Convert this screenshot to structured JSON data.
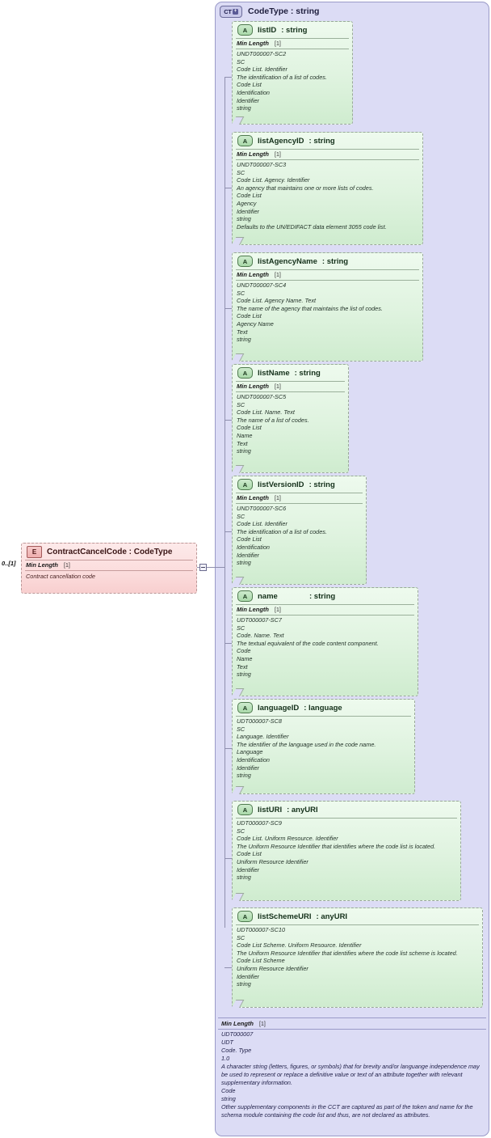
{
  "diagram": {
    "title": "CodeType : string",
    "complex_type_badge": "CT",
    "attribute_badge": "A",
    "element_badge": "E",
    "facet_label": "Min Length",
    "facet_value": "[1]",
    "cardinality": "0..[1]",
    "colors": {
      "container_fill": "#dcdcf5",
      "container_border": "#9a9ac8",
      "attribute_fill": "#dff3df",
      "attribute_border": "#9aa89a",
      "element_fill": "#fbdcdc",
      "element_border": "#bb9898",
      "connector": "#8f8fae"
    }
  },
  "element": {
    "badge": "E",
    "title": "ContractCancelCode : CodeType",
    "facet_label": "Min Length",
    "facet_value": "[1]",
    "documentation": "Contract cancellation code",
    "cardinality": "0..[1]"
  },
  "attributes": [
    {
      "badge": "A",
      "name": "listID",
      "type": ": string",
      "facet_label": "Min Length",
      "facet_value": "[1]",
      "doc": [
        "UNDT000007-SC2",
        "SC",
        "Code List. Identifier",
        "The identification of a list of codes.",
        "Code List",
        "Identification",
        "Identifier",
        "string"
      ]
    },
    {
      "badge": "A",
      "name": "listAgencyID",
      "type": ": string",
      "facet_label": "Min Length",
      "facet_value": "[1]",
      "doc": [
        "UNDT000007-SC3",
        "SC",
        "Code List. Agency. Identifier",
        "An agency that maintains one or more lists of codes.",
        "Code List",
        "Agency",
        "Identifier",
        "string",
        "Defaults to the UN/EDIFACT data element 3055 code list."
      ]
    },
    {
      "badge": "A",
      "name": "listAgencyName",
      "type": ": string",
      "facet_label": "Min Length",
      "facet_value": "[1]",
      "doc": [
        "UNDT000007-SC4",
        "SC",
        "Code List. Agency Name. Text",
        "The name of the agency that maintains the list of codes.",
        "Code List",
        "Agency Name",
        "Text",
        "string"
      ]
    },
    {
      "badge": "A",
      "name": "listName",
      "type": ": string",
      "facet_label": "Min Length",
      "facet_value": "[1]",
      "doc": [
        "UNDT000007-SC5",
        "SC",
        "Code List. Name. Text",
        "The name of a list of codes.",
        "Code List",
        "Name",
        "Text",
        "string"
      ]
    },
    {
      "badge": "A",
      "name": "listVersionID",
      "type": ": string",
      "facet_label": "Min Length",
      "facet_value": "[1]",
      "doc": [
        "UNDT000007-SC6",
        "SC",
        "Code List. Identifier",
        "The identification of a list of codes.",
        "Code List",
        "Identification",
        "Identifier",
        "string"
      ]
    },
    {
      "badge": "A",
      "name": "name",
      "type": ": string",
      "facet_label": "Min Length",
      "facet_value": "[1]",
      "doc": [
        "UDT000007-SC7",
        "SC",
        "Code. Name. Text",
        "The textual equivalent of the code content component.",
        "Code",
        "Name",
        "Text",
        "string"
      ]
    },
    {
      "badge": "A",
      "name": "languageID",
      "type": ": language",
      "facet_label": "",
      "facet_value": "",
      "doc": [
        "UDT000007-SC8",
        "SC",
        "Language. Identifier",
        "The identifier of the language used in the code name.",
        "Language",
        "Identification",
        "Identifier",
        "string"
      ]
    },
    {
      "badge": "A",
      "name": "listURI",
      "type": ": anyURI",
      "facet_label": "",
      "facet_value": "",
      "doc": [
        "UDT000007-SC9",
        "SC",
        "Code List. Uniform Resource. Identifier",
        "The Uniform Resource Identifier that identifies where the code list is located.",
        "Code List",
        "Uniform Resource Identifier",
        "Identifier",
        "string"
      ]
    },
    {
      "badge": "A",
      "name": "listSchemeURI",
      "type": ": anyURI",
      "facet_label": "",
      "facet_value": "",
      "doc": [
        "UDT000007-SC10",
        "SC",
        "Code List Scheme. Uniform Resource. Identifier",
        "The Uniform Resource Identifier that identifies where the code list scheme is located.",
        "Code List Scheme",
        "Uniform Resource Identifier",
        "Identifier",
        "string"
      ]
    }
  ],
  "type_footer": {
    "facet_label": "Min Length",
    "facet_value": "[1]",
    "doc": [
      "UDT000007",
      "UDT",
      "Code. Type",
      "1.0",
      "A character string (letters, figures, or symbols) that for brevity and/or languange independence may be used to represent or replace a definitive value or text of an attribute together with relevant supplementary information.",
      "Code",
      "string",
      "Other supplementary components in the CCT are captured as part of the token and name for the schema module containing the code list and thus, are not declared as attributes."
    ]
  }
}
